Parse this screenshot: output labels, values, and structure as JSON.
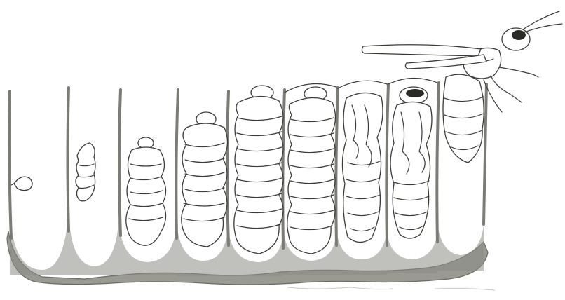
{
  "illustration": {
    "subject": "wasp-brood-comb-development-sequence",
    "palette": {
      "paper": "#ffffff",
      "pencil": "#3a3a36",
      "comb_shading": "#9a9a93"
    },
    "stages": [
      "egg",
      "small-larva",
      "medium-larva",
      "large-larva",
      "mature-larva",
      "prepupa",
      "pupa",
      "late-pupa",
      "emerging-adult"
    ]
  }
}
